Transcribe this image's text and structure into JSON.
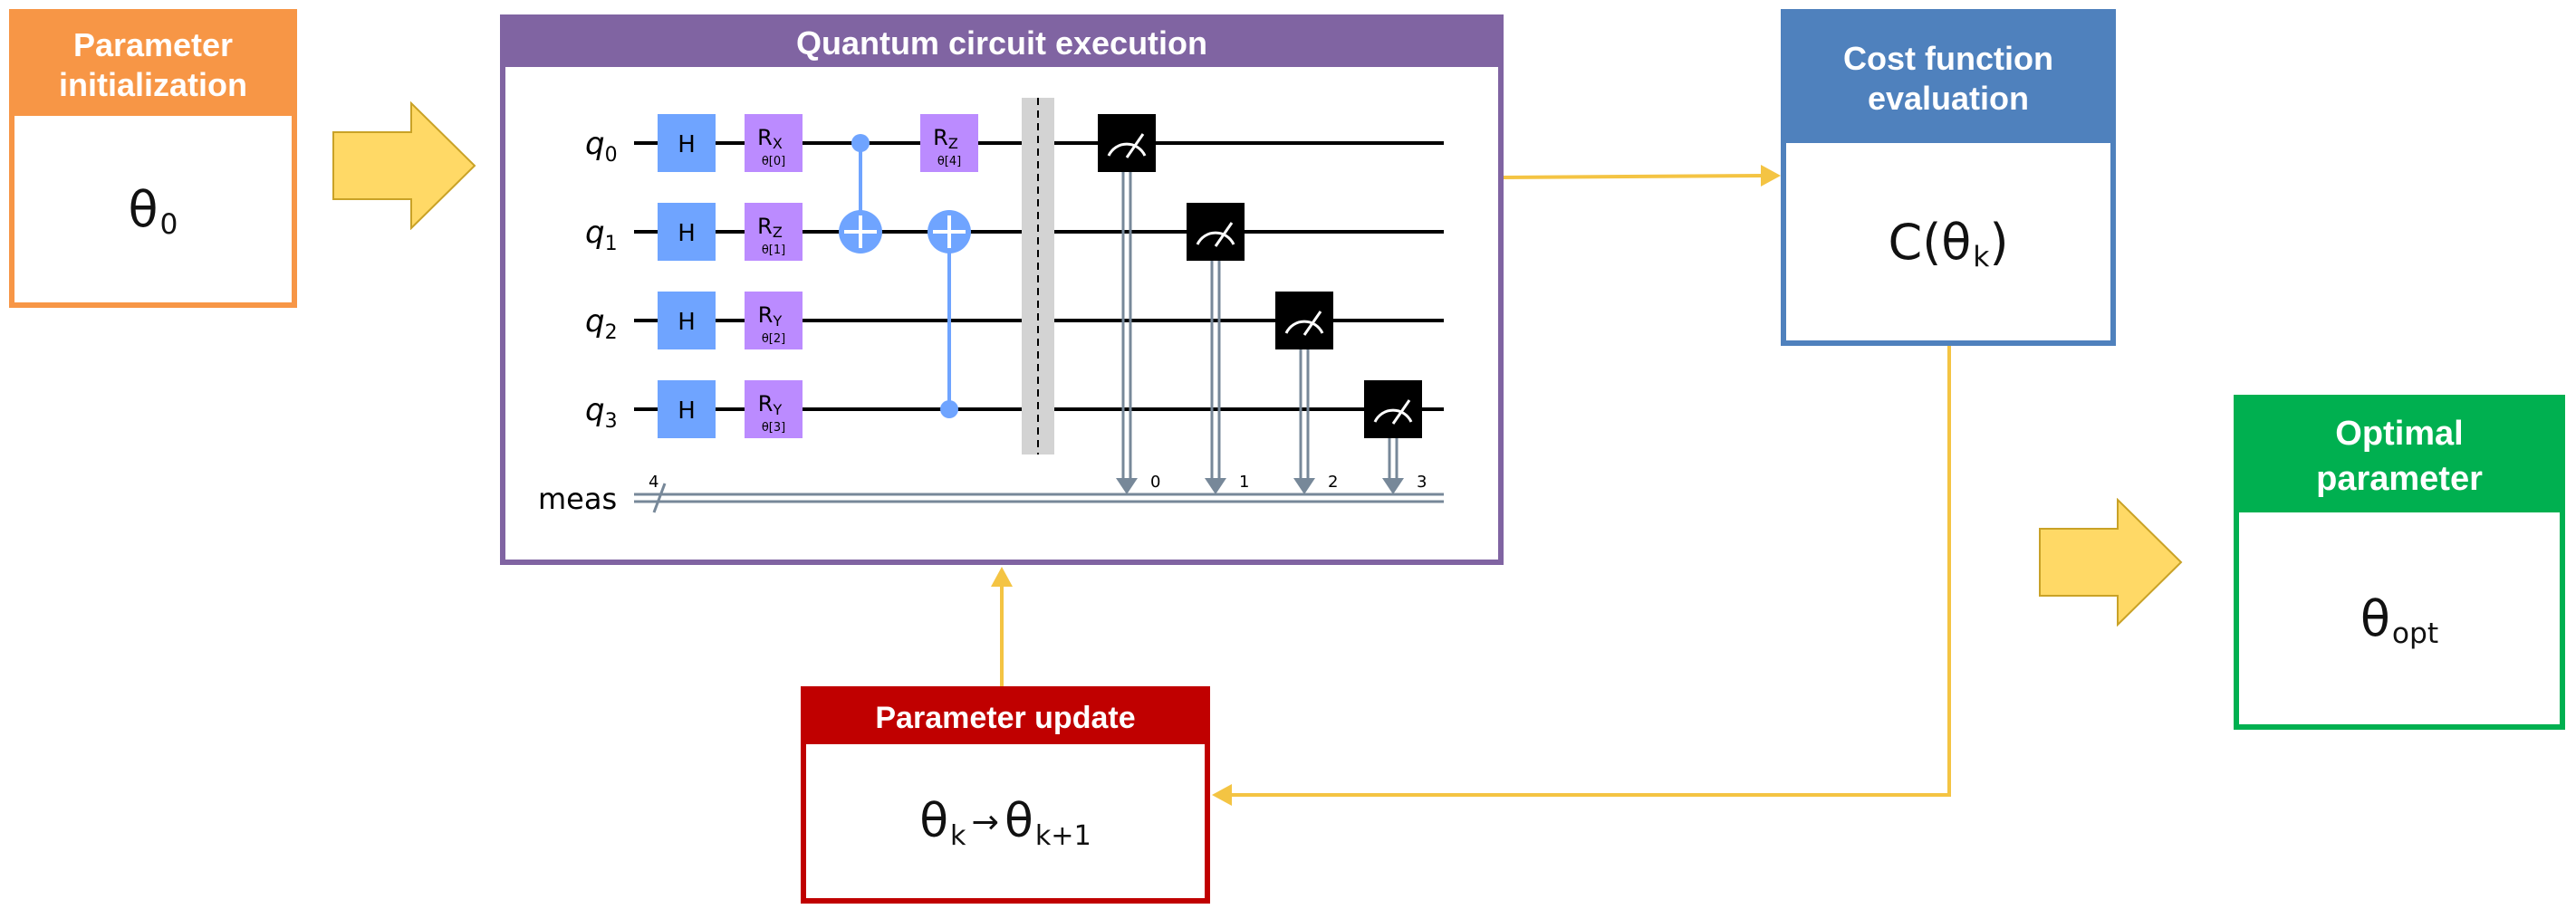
{
  "colors": {
    "init": "#f79646",
    "circuit": "#8064a2",
    "cost": "#4f81bd",
    "update": "#c00000",
    "optimal": "#00b050",
    "arrow_big": "#ffd966",
    "arrow_line": "#f4c443",
    "gate_h": "#6fa4ff",
    "gate_rot": "#bb8bff",
    "wire": "#000000",
    "classical": "#778899"
  },
  "init_box": {
    "title_line1": "Parameter",
    "title_line2": "initialization",
    "symbol": "θ",
    "subscript": "0"
  },
  "circuit_box": {
    "title": "Quantum circuit execution",
    "qubits": [
      "q",
      "q",
      "q",
      "q"
    ],
    "qubit_indices": [
      "0",
      "1",
      "2",
      "3"
    ],
    "classical_label": "meas",
    "classical_width": "4",
    "h_label": "H",
    "rotations": [
      {
        "base": "R",
        "axis": "X",
        "param": "θ[0]"
      },
      {
        "base": "R",
        "axis": "Z",
        "param": "θ[1]"
      },
      {
        "base": "R",
        "axis": "Y",
        "param": "θ[2]"
      },
      {
        "base": "R",
        "axis": "Y",
        "param": "θ[3]"
      }
    ],
    "rz_q0": {
      "base": "R",
      "axis": "Z",
      "param": "θ[4]"
    },
    "measure_bits": [
      "0",
      "1",
      "2",
      "3"
    ]
  },
  "cost_box": {
    "title_line1": "Cost function",
    "title_line2": "evaluation",
    "text_before": "C(θ",
    "subscript": "k",
    "text_after": ")"
  },
  "update_box": {
    "title": "Parameter update",
    "sym1": "θ",
    "sub1": "k",
    "arrow": "→",
    "sym2": "θ",
    "sub2": "k+1"
  },
  "optimal_box": {
    "title_line1": "Optimal",
    "title_line2": "parameter",
    "symbol": "θ",
    "subscript": "opt"
  }
}
